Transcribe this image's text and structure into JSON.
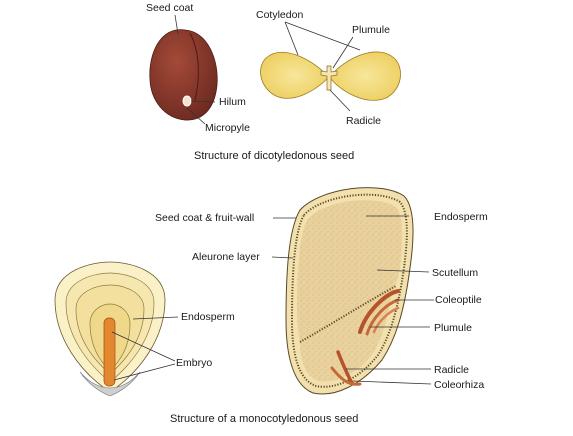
{
  "dicot": {
    "labels": {
      "seed_coat": "Seed coat",
      "cotyledon": "Cotyledon",
      "plumule": "Plumule",
      "hilum": "Hilum",
      "micropyle": "Micropyle",
      "radicle": "Radicle"
    },
    "caption": "Structure of dicotyledonous seed"
  },
  "monocot": {
    "labels": {
      "seed_coat_fruit_wall": "Seed coat & fruit-wall",
      "aleurone_layer": "Aleurone layer",
      "endosperm_left": "Endosperm",
      "embryo": "Embryo",
      "endosperm_right": "Endosperm",
      "scutellum": "Scutellum",
      "coleoptile": "Coleoptile",
      "plumule": "Plumule",
      "radicle": "Radicle",
      "coleorhiza": "Coleorhiza"
    },
    "caption": "Structure of a monocotyledonous seed"
  },
  "colors": {
    "seed_coat_brown": "#8a3a2c",
    "cotyledon_yellow": "#f2d774",
    "endosperm_tan": "#e7cf9a",
    "embryo_orange": "#e3882e",
    "structure_brown": "#b5532d"
  }
}
